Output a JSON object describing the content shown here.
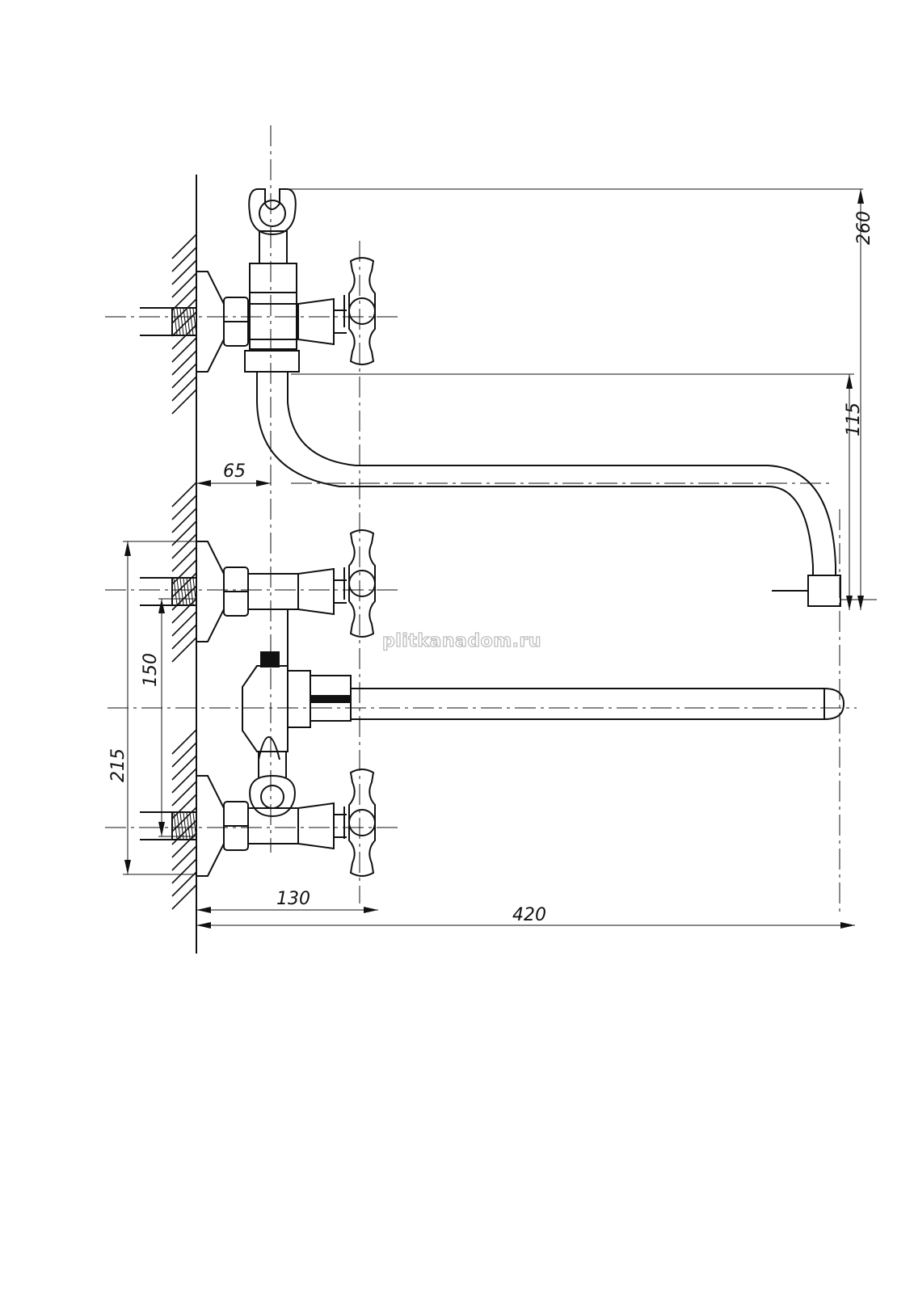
{
  "dimensions": {
    "top_height": "260",
    "spout_drop": "115",
    "spout_offset": "65",
    "inlet_spacing": "150",
    "outlet_height": "215",
    "handle_reach": "130",
    "spout_reach": "420"
  },
  "watermark": "plitkanadom.ru"
}
